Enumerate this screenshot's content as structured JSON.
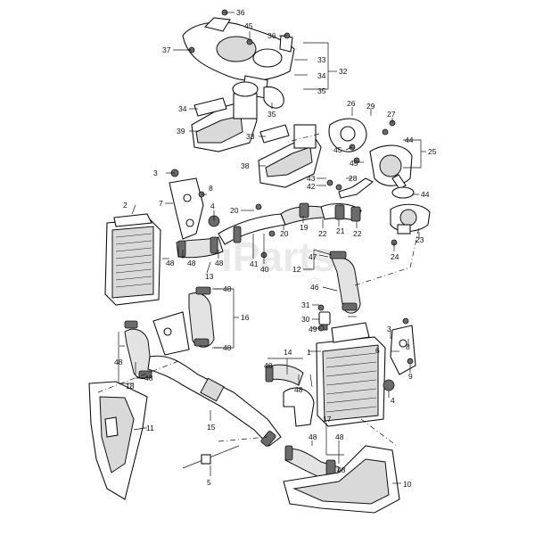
{
  "diagram": {
    "watermark": {
      "brand": "iParts",
      "suffix": ".de"
    },
    "callouts": [
      {
        "id": "c1",
        "text": "1"
      },
      {
        "id": "c2",
        "text": "2"
      },
      {
        "id": "c3a",
        "text": "3"
      },
      {
        "id": "c3b",
        "text": "3"
      },
      {
        "id": "c4a",
        "text": "4"
      },
      {
        "id": "c4b",
        "text": "4"
      },
      {
        "id": "c5",
        "text": "5"
      },
      {
        "id": "c6",
        "text": "6"
      },
      {
        "id": "c7",
        "text": "7"
      },
      {
        "id": "c8a",
        "text": "8"
      },
      {
        "id": "c8b",
        "text": "8"
      },
      {
        "id": "c9",
        "text": "9"
      },
      {
        "id": "c10",
        "text": "10"
      },
      {
        "id": "c11",
        "text": "11"
      },
      {
        "id": "c12",
        "text": "12"
      },
      {
        "id": "c13",
        "text": "13"
      },
      {
        "id": "c14",
        "text": "14"
      },
      {
        "id": "c15",
        "text": "15"
      },
      {
        "id": "c16",
        "text": "16"
      },
      {
        "id": "c17",
        "text": "17"
      },
      {
        "id": "c18",
        "text": "18"
      },
      {
        "id": "c19",
        "text": "19"
      },
      {
        "id": "c20a",
        "text": "20"
      },
      {
        "id": "c20b",
        "text": "20"
      },
      {
        "id": "c21",
        "text": "21"
      },
      {
        "id": "c22a",
        "text": "22"
      },
      {
        "id": "c22b",
        "text": "22"
      },
      {
        "id": "c23",
        "text": "23"
      },
      {
        "id": "c24",
        "text": "24"
      },
      {
        "id": "c25",
        "text": "25"
      },
      {
        "id": "c26",
        "text": "26"
      },
      {
        "id": "c27",
        "text": "27"
      },
      {
        "id": "c28",
        "text": "28"
      },
      {
        "id": "c29",
        "text": "29"
      },
      {
        "id": "c30",
        "text": "30"
      },
      {
        "id": "c31",
        "text": "31"
      },
      {
        "id": "c32",
        "text": "32"
      },
      {
        "id": "c33a",
        "text": "33"
      },
      {
        "id": "c33b",
        "text": "33"
      },
      {
        "id": "c34a",
        "text": "34"
      },
      {
        "id": "c34b",
        "text": "34"
      },
      {
        "id": "c35a",
        "text": "35"
      },
      {
        "id": "c35b",
        "text": "35"
      },
      {
        "id": "c36a",
        "text": "36"
      },
      {
        "id": "c36b",
        "text": "36"
      },
      {
        "id": "c37",
        "text": "37"
      },
      {
        "id": "c38",
        "text": "38"
      },
      {
        "id": "c39",
        "text": "39"
      },
      {
        "id": "c40",
        "text": "40"
      },
      {
        "id": "c41",
        "text": "41"
      },
      {
        "id": "c42",
        "text": "42"
      },
      {
        "id": "c43",
        "text": "43"
      },
      {
        "id": "c44a",
        "text": "44"
      },
      {
        "id": "c44b",
        "text": "44"
      },
      {
        "id": "c45a",
        "text": "45"
      },
      {
        "id": "c45b",
        "text": "45"
      },
      {
        "id": "c45c",
        "text": "45"
      },
      {
        "id": "c46",
        "text": "46"
      },
      {
        "id": "c47",
        "text": "47"
      },
      {
        "id": "c48a",
        "text": "48"
      },
      {
        "id": "c48b",
        "text": "48"
      },
      {
        "id": "c48c",
        "text": "48"
      },
      {
        "id": "c48d",
        "text": "48"
      },
      {
        "id": "c48e",
        "text": "48"
      },
      {
        "id": "c48f",
        "text": "48"
      },
      {
        "id": "c48g",
        "text": "48"
      },
      {
        "id": "c48h",
        "text": "48"
      },
      {
        "id": "c48i",
        "text": "48"
      },
      {
        "id": "c48j",
        "text": "48"
      },
      {
        "id": "c48k",
        "text": "48"
      },
      {
        "id": "c48l",
        "text": "48"
      },
      {
        "id": "c49",
        "text": "49"
      }
    ]
  }
}
